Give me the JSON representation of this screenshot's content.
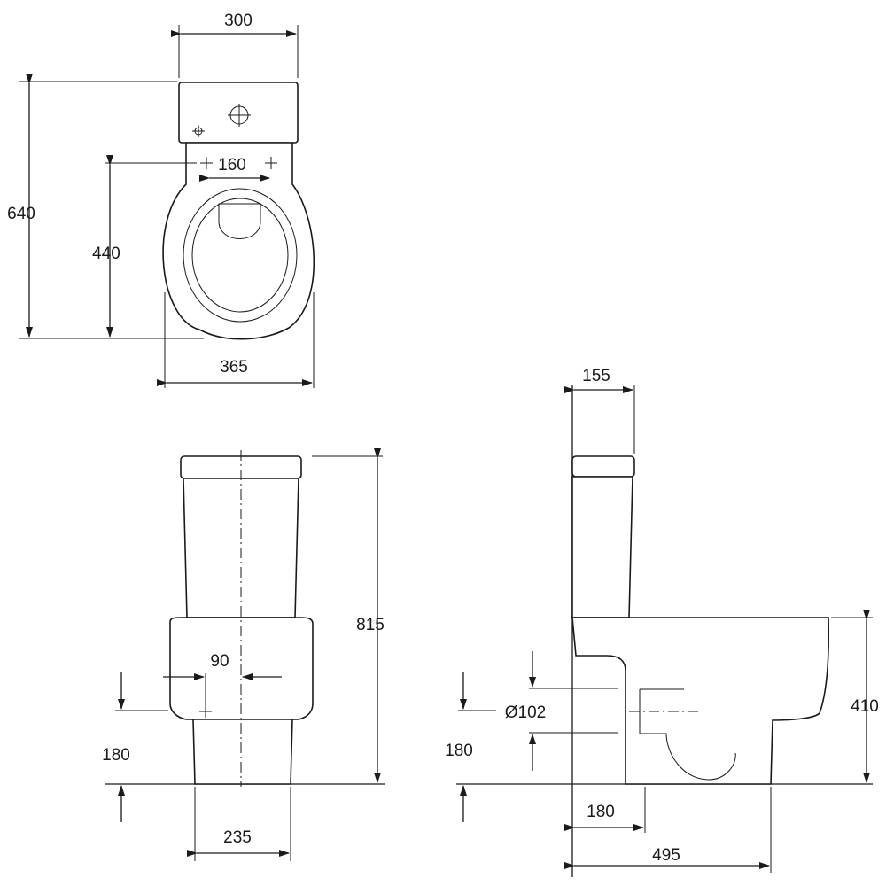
{
  "top_view": {
    "tank_width": "300",
    "overall_depth": "640",
    "fixing_holes_spacing": "160",
    "fixing_to_back": "440",
    "bowl_width": "365"
  },
  "front_view": {
    "overall_height": "815",
    "inlet_offset": "90",
    "inlet_height": "180",
    "foot_width": "235"
  },
  "side_view": {
    "tank_depth": "155",
    "bowl_height": "410",
    "outlet_diameter": "Ø102",
    "outlet_height": "180",
    "outlet_to_wall": "180",
    "overall_projection": "495"
  }
}
